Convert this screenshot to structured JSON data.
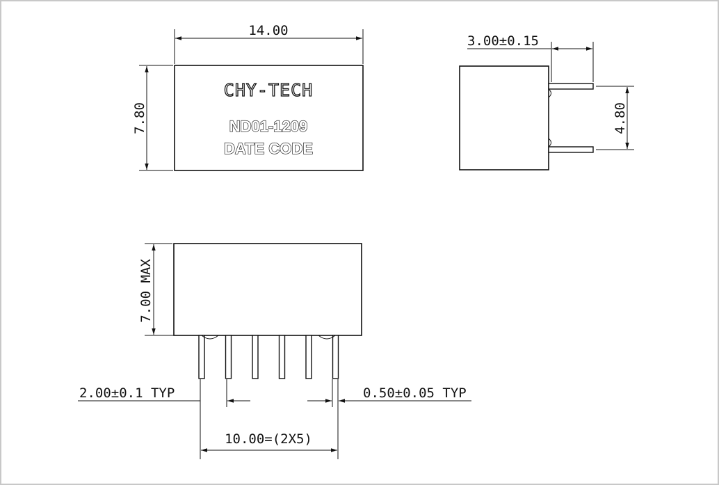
{
  "drawing": {
    "border_color": "#c8c8c8",
    "line_color": "#111111"
  },
  "top_view": {
    "brand_text": "CHY-TECH",
    "model_text": "ND01-1209",
    "date_text": "DATE CODE",
    "width_label": "14.00",
    "height_label": "7.80"
  },
  "side_view": {
    "pin_length_label": "3.00±0.15",
    "pin_spacing_label": "4.80"
  },
  "front_view": {
    "height_label": "7.00 MAX",
    "pitch_label": "2.00±0.1  TYP",
    "pin_width_label": "0.50±0.05  TYP",
    "span_label": "10.00=(2X5)",
    "pin_count": 6
  }
}
